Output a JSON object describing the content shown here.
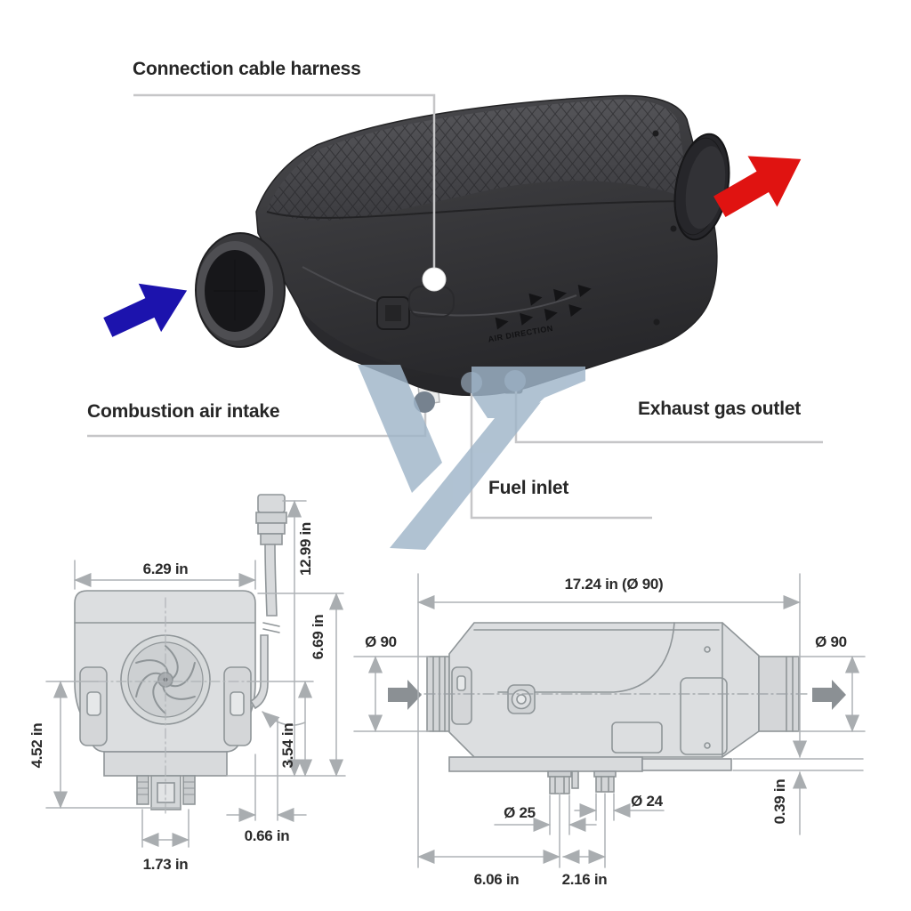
{
  "callouts": {
    "connection_cable_harness": "Connection cable harness",
    "combustion_air_intake": "Combustion air intake",
    "exhaust_gas_outlet": "Exhaust gas outlet",
    "fuel_inlet": "Fuel inlet"
  },
  "photo": {
    "air_direction_label": "AIR DIRECTION",
    "intake_arrow_color": "#1c13ad",
    "outlet_arrow_color": "#e01311"
  },
  "watermark": {
    "color": "#9fb5c9"
  },
  "front_view": {
    "dims": {
      "width": "6.29 in",
      "harness_length": "12.99 in",
      "height": "6.69 in",
      "center_to_base": "3.54 in",
      "center_to_stud": "4.52 in",
      "stud_offset": "0.66 in",
      "stud_spacing": "1.73 in"
    }
  },
  "side_view": {
    "dims": {
      "overall_length": "17.24 in (Ø 90)",
      "inlet_diameter": "Ø 90",
      "outlet_diameter": "Ø 90",
      "exhaust_pipe_diameter": "Ø 25",
      "combustion_pipe_diameter": "Ø 24",
      "flange_thickness": "0.39 in",
      "exhaust_offset": "6.06 in",
      "pipe_spacing": "2.16 in"
    }
  }
}
